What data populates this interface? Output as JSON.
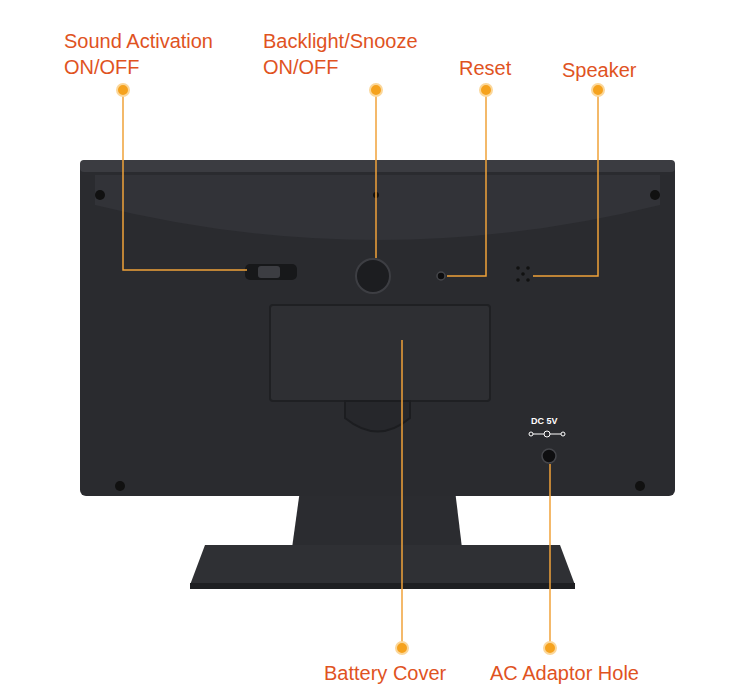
{
  "diagram": {
    "labels": [
      "Sound Activation ON/OFF",
      "Backlight/Snooze ON/OFF",
      "Reset",
      "Speaker",
      "DC 5V",
      "Battery Cover",
      "AC Adaptor Hole"
    ]
  }
}
